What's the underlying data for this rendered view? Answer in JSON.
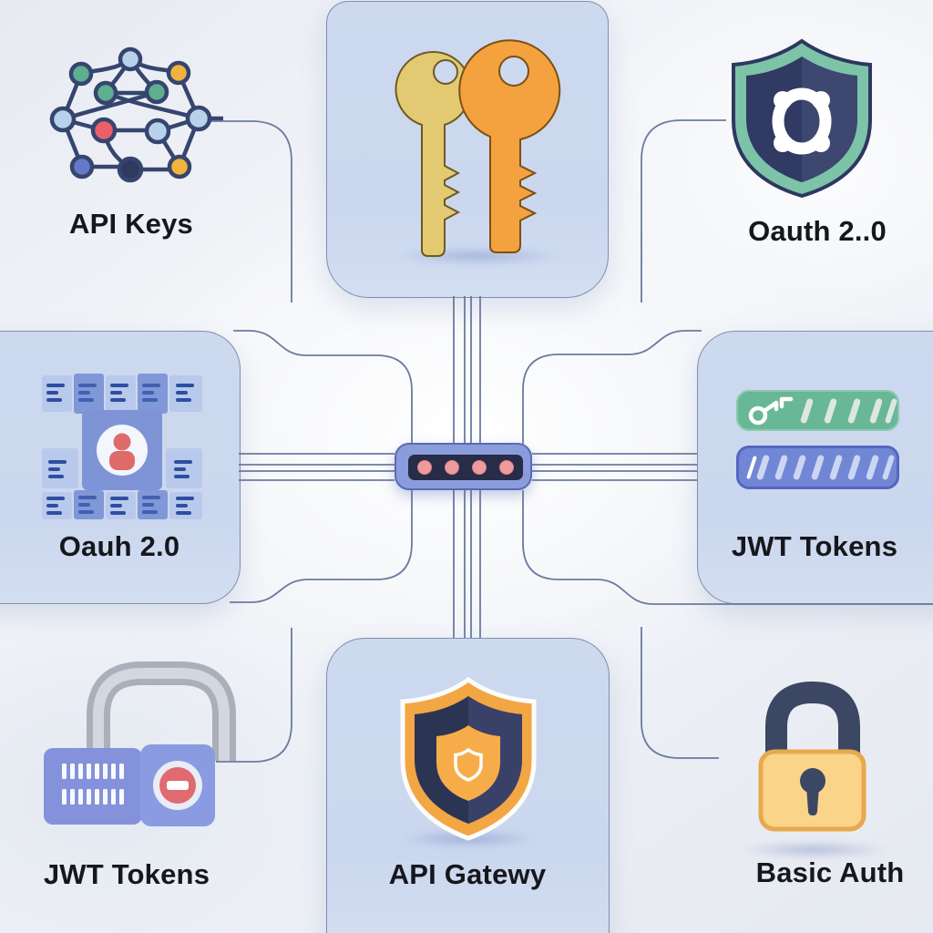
{
  "diagram": {
    "subject": "API authentication methods",
    "center": {
      "name": "password-field",
      "dot_count": 4
    },
    "nodes": [
      {
        "position": "top-left",
        "label": "API Keys",
        "icon": "network-graph-icon",
        "card": false
      },
      {
        "position": "top-center",
        "label": "",
        "icon": "double-keys-icon",
        "card": true
      },
      {
        "position": "top-right",
        "label": "Oauth 2..0",
        "icon": "shield-gear-icon",
        "card": false
      },
      {
        "position": "middle-left",
        "label": "Oauh 2.0",
        "icon": "server-user-icon",
        "card": true
      },
      {
        "position": "middle-right",
        "label": "JWT Tokens",
        "icon": "token-pills-icon",
        "card": true
      },
      {
        "position": "bottom-left",
        "label": "JWT Tokens",
        "icon": "combination-lock-icon",
        "card": false
      },
      {
        "position": "bottom-center",
        "label": "API Gatewy",
        "icon": "shield-badge-icon",
        "card": true
      },
      {
        "position": "bottom-right",
        "label": "Basic Auth",
        "icon": "padlock-icon",
        "card": false
      }
    ],
    "connections": [
      [
        "top-center",
        "center"
      ],
      [
        "bottom-center",
        "center"
      ],
      [
        "middle-left",
        "center"
      ],
      [
        "middle-right",
        "center"
      ],
      [
        "top-left",
        "middle-left"
      ],
      [
        "top-right",
        "middle-right"
      ],
      [
        "middle-left",
        "bottom-left"
      ],
      [
        "middle-right",
        "bottom-right"
      ]
    ],
    "colors": {
      "card_fill": "#cdd9ef",
      "connector_line": "#64749b",
      "pill_outer": "#8b9cdc",
      "pill_inner": "#272c49",
      "pill_dot": "#ef9a9d",
      "token_green": "#68b796",
      "token_blue": "#7187d5",
      "shield_teal": "#7cc3a8",
      "shield_navy": "#303a63",
      "shield_orange": "#f3a644",
      "key_gold": "#e3ca72",
      "key_orange": "#f4a23f",
      "lock_body_gold": "#f9d489",
      "lock_body_blue": "#8492db",
      "accent_red": "#e2635f"
    }
  }
}
